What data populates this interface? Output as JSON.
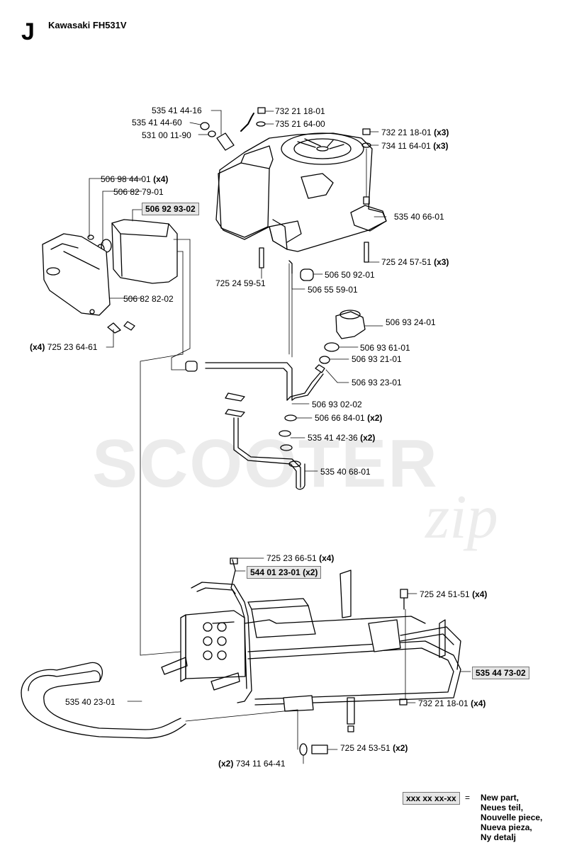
{
  "header": {
    "section_letter": "J",
    "model": "Kawasaki FH531V"
  },
  "watermark": {
    "text": "SCOOTER",
    "script": "zip"
  },
  "parts": [
    {
      "number": "535 41 44-16",
      "qty": ""
    },
    {
      "number": "535 41 44-60",
      "qty": ""
    },
    {
      "number": "531 00 11-90",
      "qty": ""
    },
    {
      "number": "732 21 18-01",
      "qty": ""
    },
    {
      "number": "735 21 64-00",
      "qty": ""
    },
    {
      "number": "732 21 18-01",
      "qty": "(x3)"
    },
    {
      "number": "734 11 64-01",
      "qty": "(x3)"
    },
    {
      "number": "506 98 44-01",
      "qty": "(x4)"
    },
    {
      "number": "506 82 79-01",
      "qty": ""
    },
    {
      "number": "506 92 93-02",
      "qty": "",
      "new": true
    },
    {
      "number": "535 40 66-01",
      "qty": ""
    },
    {
      "number": "725 24 57-51",
      "qty": "(x3)"
    },
    {
      "number": "725 24 59-51",
      "qty": ""
    },
    {
      "number": "506 50 92-01",
      "qty": ""
    },
    {
      "number": "506 55 59-01",
      "qty": ""
    },
    {
      "number": "506 82 82-02",
      "qty": ""
    },
    {
      "number": "506 93 24-01",
      "qty": ""
    },
    {
      "number": "725 23 64-61",
      "qty": "(x4)",
      "qty_first": true
    },
    {
      "number": "506 93 61-01",
      "qty": ""
    },
    {
      "number": "506 93 21-01",
      "qty": ""
    },
    {
      "number": "506 93 23-01",
      "qty": ""
    },
    {
      "number": "506 93 02-02",
      "qty": ""
    },
    {
      "number": "506 66 84-01",
      "qty": "(x2)"
    },
    {
      "number": "535 41 42-36",
      "qty": "(x2)"
    },
    {
      "number": "535 40 68-01",
      "qty": ""
    },
    {
      "number": "725 23 66-51",
      "qty": "(x4)"
    },
    {
      "number": "544 01 23-01",
      "qty": "(x2)",
      "new": true
    },
    {
      "number": "725 24 51-51",
      "qty": "(x4)"
    },
    {
      "number": "535 44 73-02",
      "qty": "",
      "new": true
    },
    {
      "number": "535 40 23-01",
      "qty": ""
    },
    {
      "number": "732 21 18-01",
      "qty": "(x4)"
    },
    {
      "number": "725 24 53-51",
      "qty": "(x2)"
    },
    {
      "number": "734 11 64-41",
      "qty": "(x2)",
      "qty_first": true
    }
  ],
  "legend": {
    "key": "xxx xx xx-xx",
    "equals": "=",
    "lines": [
      "New part,",
      "Neues teil,",
      "Nouvelle piece,",
      "Nueva pieza,",
      "Ny detalj"
    ]
  }
}
